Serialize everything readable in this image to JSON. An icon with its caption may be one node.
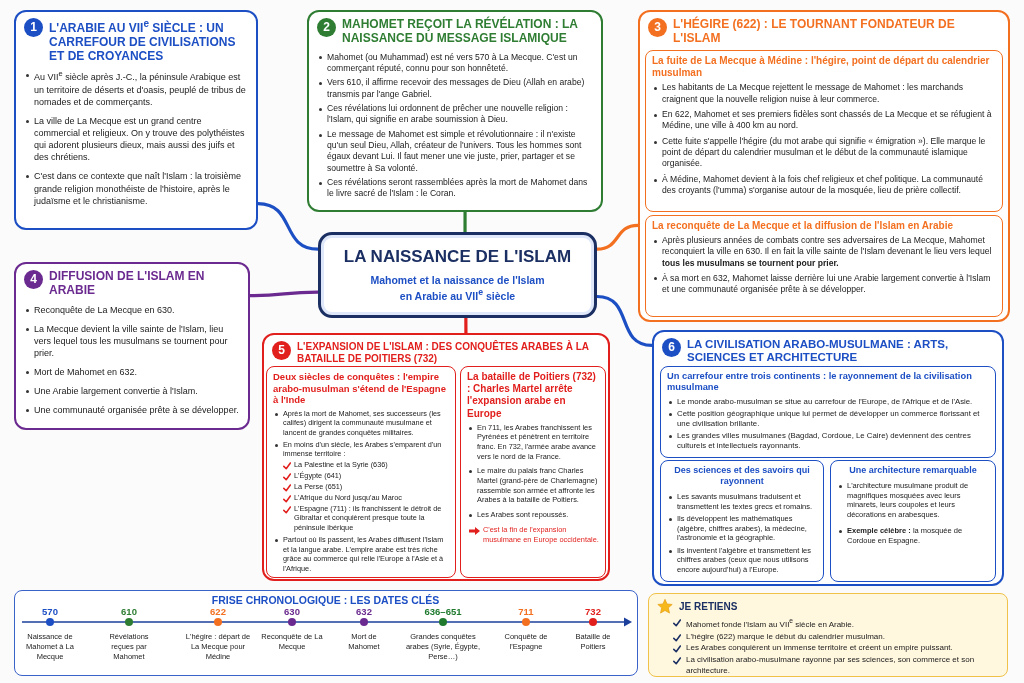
{
  "diagram": {
    "nodes": [
      {
        "text": [
          "1",
          "L'ARABIE AU VII$^{e}$ SIÈCLE : UN CARREFOUR DE CIVILISATIONS ET DE CROYANCES",
          "Au VII$^{e}$ siècle après J.-C., la péninsule Arabique est un territoire de déserts et d'oasis, peuplé de tribus de nomades et de commerçants.",
          "La ville de La Mecque est un grand centre commercial et religieux. On y trouve des polythéistes qui adorent plusieurs dieux, mais aussi des juifs et des chrétiens.",
          "C'est dans ce contexte que naît l'Islam : la troisième grande religion monothéiste de l'histoire, après le judaïsme et le christianisme."
        ]
      },
      {
        "text": [
          "2",
          "MAHOMET REÇOIT LA RÉVÉLATION : LA NAISSANCE DU MESSAGE ISLAMIQUE",
          "Mahomet (ou Muhammad) est né vers 570 à La Mecque. C'est un commerçant réputé, connu pour son honnêteté.",
          "Vers 610, il affirme recevoir des messages de Dieu (Allah en arabe) transmis par l'ange Gabriel.",
          "Ces révélations lui ordonnent de prêcher une nouvelle religion : l'Islam, qui signifie en arabe soumission à Dieu.",
          "Le message de Mahomet est simple et révolutionnaire : il n'existe qu'un seul Dieu, Allah, créateur de l'univers. Tous les hommes sont égaux devant Lui. Il faut mener une vie juste, prier, partager et se soumettre à Sa volonté.",
          "Ces révélations seront rassemblées après la mort de Mahomet dans le livre sacré de l'Islam : le Coran."
        ]
      },
      {
        "text": [
          "3",
          "L'HÉGIRE (622) : LE TOURNANT FONDATEUR DE L'ISLAM"
        ]
      },
      {
        "text": [
          "La fuite de La Mecque à Médine : l'hégire, point de départ du calendrier musulman",
          "Les habitants de La Mecque rejettent le message de Mahomet : les marchands craignent que la nouvelle religion nuise à leur commerce.",
          "En 622, Mahomet et ses premiers fidèles sont chassés de La Mecque et se réfugient à Médine, une ville à 400 km au nord.",
          "Cette fuite s'appelle l'hégire (du mot arabe qui signifie « émigration »). Elle marque le point de départ du calendrier musulman et le début de la communauté islamique organisée.",
          "À Médine, Mahomet devient à la fois chef religieux et chef politique. La communauté des croyants (l'umma) s'organise autour de la mosquée, lieu de prière collectif."
        ],
        "in": 2
      },
      {
        "text": [
          "La reconquête de La Mecque et la diffusion de l'Islam en Arabie",
          "Après plusieurs années de combats contre ses adversaires de La Mecque, Mahomet reconquiert la ville en 630. Il en fait la ville sainte de l'Islam devenant le lieu vers lequel **tous les musulmans se tournent pour prier.**",
          "À sa mort en 632, Mahomet laisse derrière lui une Arabie largement convertie à l'Islam et une communauté organisée prête à se développer."
        ],
        "in": 2
      },
      {
        "text": [
          "LA NAISSANCE DE L'ISLAM",
          "Mahomet et la naissance de l'Islam en Arabie au VII$^{e}$ siècle"
        ]
      },
      {
        "text": [
          "4",
          "DIFFUSION DE L'ISLAM EN ARABIE",
          "Reconquête de La Mecque en 630.",
          "La Mecque devient la ville sainte de l'Islam, lieu vers lequel tous les musulmans se tournent pour prier.",
          "Mort de Mahomet en 632.",
          "Une Arabie largement convertie à l'Islam.",
          "Une communauté organisée prête à se développer."
        ]
      },
      {
        "text": [
          "5",
          "L'EXPANSION DE L'ISLAM : DES CONQUÊTES ARABES À LA BATAILLE DE POITIERS (732)"
        ]
      },
      {
        "text": [
          "Deux siècles de conquêtes : l'empire arabo-musulman s'étend de l'Espagne à l'Inde",
          "Après la mort de Mahomet, ses successeurs (les califes) dirigent la communauté musulmane et lancent de grandes conquêtes militaires.",
          "En moins d'un siècle, les Arabes s'emparent d'un immense territoire :",
          "La Palestine et la Syrie (636)",
          "L'Égypte (641)",
          "La Perse (651)",
          "L'Afrique du Nord jusqu'au Maroc",
          "L'Espagne (711) : ils franchissent le détroit de Gibraltar et conquièrent presque toute la péninsule ibérique",
          "Partout où ils passent, les Arabes diffusent l'Islam et la langue arabe. L'empire arabe est très riche grâce au commerce qui relie l'Europe à l'Asie et à l'Afrique."
        ],
        "in": 7
      },
      {
        "text": [
          "La bataille de Poitiers (732) : Charles Martel arrête l'expansion arabe en Europe",
          "En 711, les Arabes franchissent les Pyrénées et pénètrent en territoire franc. En 732, l'armée arabe avance vers le nord de la France.",
          "Le maire du palais franc Charles Martel (grand-père de Charlemagne) rassemble son armée et affronte les Arabes à la bataille de Poitiers.",
          "Les Arabes sont repoussés.",
          "C'est la fin de l'expansion musulmane en Europe occidentale."
        ],
        "in": 7
      },
      {
        "text": [
          "6",
          "LA CIVILISATION ARABO-MUSULMANE : ARTS, SCIENCES ET ARCHITECTURE"
        ]
      },
      {
        "text": [
          "Un carrefour entre trois continents : le rayonnement de la civilisation musulmane",
          "Le monde arabo-musulman se situe au carrefour de l'Europe, de l'Afrique et de l'Asie.",
          "Cette position géographique unique lui permet de développer un commerce florissant et une civilisation brillante.",
          "Les grandes villes musulmanes (Bagdad, Cordoue, Le Caire) deviennent des centres culturels et intellectuels rayonnants."
        ],
        "in": 10
      },
      {
        "text": [
          "Des sciences et des savoirs qui rayonnent",
          "Les savants musulmans traduisent et transmettent les textes grecs et romains.",
          "Ils développent les mathématiques (algèbre, chiffres arabes), la médecine, l'astronomie et la géographie.",
          "Ils inventent l'algèbre et transmettent les chiffres arabes (ceux que nous utilisons encore aujourd'hui) à l'Europe."
        ],
        "in": 10
      },
      {
        "text": [
          "Une architecture remarquable",
          "L'architecture musulmane produit de magnifiques mosquées avec leurs minarets, leurs coupoles et leurs décorations en arabesques.",
          "**Exemple célèbre :** la mosquée de Cordoue en Espagne."
        ],
        "in": 10
      },
      {
        "text": [
          "FRISE CHRONOLOGIQUE : LES DATES CLÉS",
          "570",
          "Naissance de Mahomet à La Mecque",
          "610",
          "Révélations reçues par Mahomet",
          "622",
          "L'hégire : départ de La Mecque pour Médine",
          "630",
          "Reconquête de La Mecque",
          "632",
          "Mort de Mahomet",
          "636–651",
          "Grandes conquêtes arabes (Syrie, Égypte, Perse…)",
          "711",
          "Conquête de l'Espagne",
          "732",
          "Bataille de Poitiers"
        ]
      },
      {
        "text": [
          "JE RETIENS",
          "Mahomet fonde l'Islam au VII$^{e}$ siècle en Arabie.",
          "L'hégire (622) marque le début du calendrier musulman.",
          "Les Arabes conquièrent un immense territoire et créent un empire puissant.",
          "La civilisation arabo-musulmane rayonne par ses sciences, son commerce et son architecture."
        ]
      }
    ],
    "edges": [
      {
        "from": 5,
        "to": 0,
        "arrow": "none",
        "color": "#1d4fc4"
      },
      {
        "from": 5,
        "to": 1,
        "arrow": "none",
        "color": "#2e7d32"
      },
      {
        "from": 5,
        "to": 2,
        "arrow": "none",
        "color": "#f37021"
      },
      {
        "from": 5,
        "to": 6,
        "arrow": "none",
        "color": "#6b2a8f"
      },
      {
        "from": 5,
        "to": 7,
        "arrow": "none",
        "color": "#e11f1c"
      },
      {
        "from": 5,
        "to": 10,
        "arrow": "none",
        "color": "#1d4fc4"
      }
    ]
  }
}
